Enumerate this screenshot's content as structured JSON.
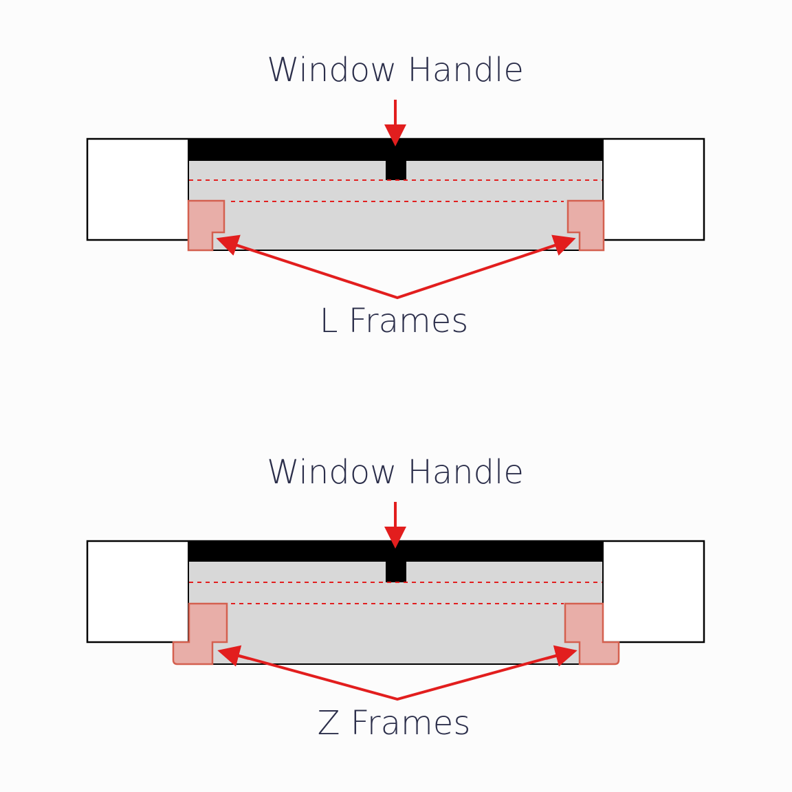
{
  "colors": {
    "background": "#fcfcfc",
    "text": "#2b2e4a",
    "arrow": "#e21e1e",
    "frame_fill": "#e8aea8",
    "frame_stroke": "#d4604f",
    "glass": "#d8d8d8",
    "handle": "#000000"
  },
  "diagrams": [
    {
      "handle_label": "Window Handle",
      "frames_label": "L Frames",
      "frame_type": "L"
    },
    {
      "handle_label": "Window Handle",
      "frames_label": "Z Frames",
      "frame_type": "Z"
    }
  ]
}
